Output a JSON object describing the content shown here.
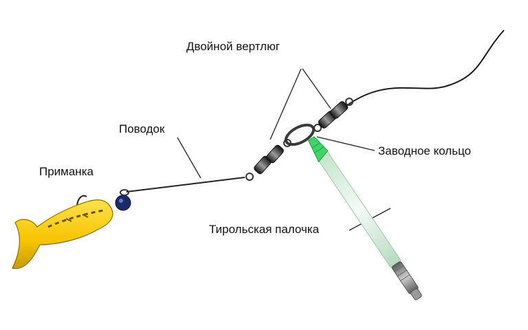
{
  "labels": {
    "double_swivel": "Двойной вертлюг",
    "leader": "Поводок",
    "lure": "Приманка",
    "split_ring": "Заводное кольцо",
    "tyrolean_stick": "Тирольская палочка"
  },
  "colors": {
    "line": "#1a1a1a",
    "lure_body": "#f5c400",
    "lure_dark": "#6b5600",
    "swivel_metal": "#2b2b2b",
    "tube": "#d9efe0",
    "tube_tip": "#3ed46a",
    "weight": "#8a8a8a"
  }
}
